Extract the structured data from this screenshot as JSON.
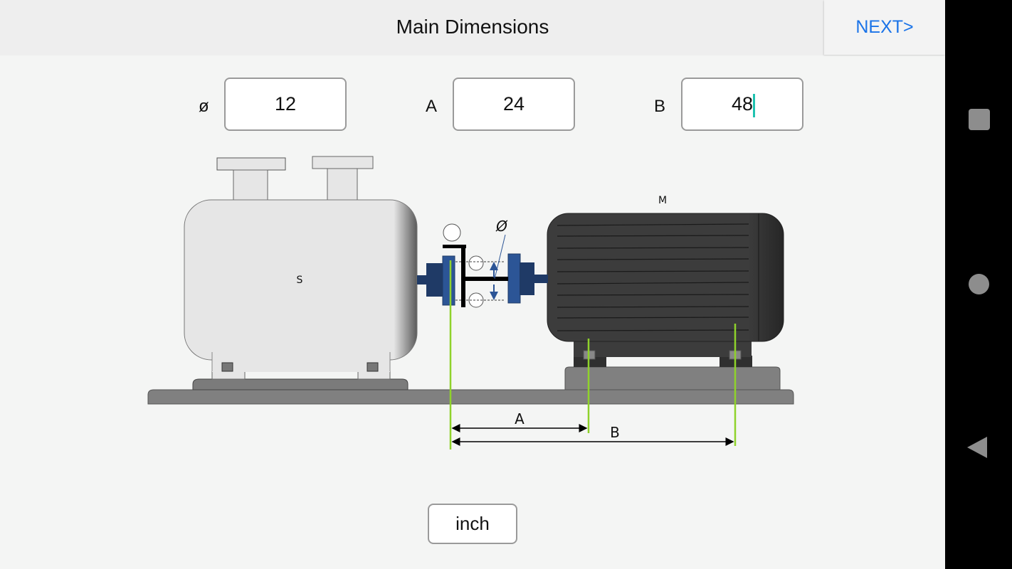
{
  "header": {
    "title": "Main Dimensions",
    "next_label": "NEXT>"
  },
  "fields": [
    {
      "label": "ø",
      "value": "12",
      "name": "diameter"
    },
    {
      "label": "A",
      "value": "24",
      "name": "a"
    },
    {
      "label": "B",
      "value": "48",
      "name": "b"
    }
  ],
  "diagram": {
    "stationary_label": "S",
    "movable_label": "M",
    "diameter_symbol": "Ø",
    "dim_a_label": "A",
    "dim_b_label": "B",
    "colors": {
      "measure_line": "#8fd22b",
      "coupling": "#2c5596",
      "coupling_dark": "#1f3a66",
      "motor": "#3c3c3c",
      "pump": "#e6e6e6",
      "base": "#808080"
    }
  },
  "unit_button": {
    "label": "inch"
  },
  "navbar": {
    "recents": "recents-icon",
    "home": "home-icon",
    "back": "back-icon"
  }
}
